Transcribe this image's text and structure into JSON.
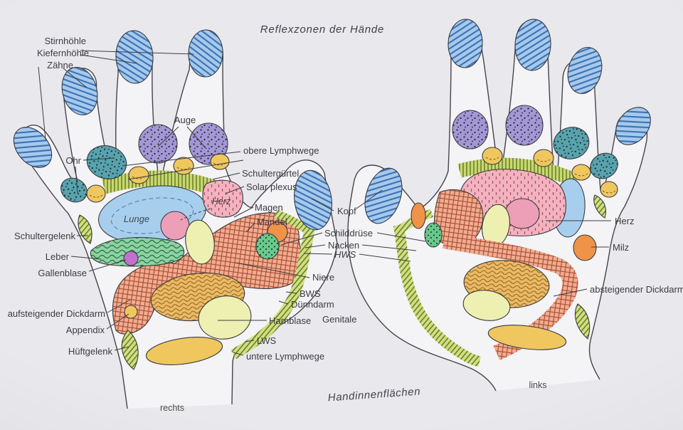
{
  "title": "Reflexzonen der Hände",
  "caption": "Handinnenflächen",
  "hand_captions": {
    "left_hand": "rechts",
    "right_hand": "links"
  },
  "zone_labels": {
    "stirnhoehle": "Stirnhöhle",
    "kiefernhoehle": "Kiefernhöhle",
    "zaehne": "Zähne",
    "auge": "Auge",
    "ohr": "Ohr",
    "schultergelenk": "Schultergelenk",
    "leber": "Leber",
    "gallenblase": "Gallenblase",
    "aufsteigender_dickdarm": "aufsteigender Dickdarm",
    "appendix": "Appendix",
    "hueftgelenk": "Hüftgelenk",
    "obere_lymphwege": "obere Lymphwege",
    "schulterguertel": "Schultergürtel",
    "solar_plexus": "Solar plexus",
    "herz": "Herz",
    "magen": "Magen",
    "mandel": "Mandel",
    "lunge": "Lunge",
    "kopf": "Kopf",
    "schilddruese": "Schilddrüse",
    "nacken": "Nacken",
    "hws": "HWS",
    "niere": "Niere",
    "bws": "BWS",
    "duenndarm": "Dünndarm",
    "harnblase": "Harnblase",
    "genitale": "Genitale",
    "lws": "LWS",
    "untere_lymphwege": "untere Lymphwege",
    "herz_links": "Herz",
    "milz": "Milz",
    "absteigender_dickdarm": "absteigender Dickdarm"
  },
  "palette": {
    "background": "#e4e4e8",
    "ink": "#3b3b40",
    "fingertip_blue": "#a6c9ec",
    "fingertip_blue_line": "#3c72b2",
    "lung_blue": "#a7cfed",
    "eye_purple": "#a497d6",
    "ear_teal": "#57a3ae",
    "lymph_yellow": "#f0c75f",
    "pale_yellow": "#eef0b2",
    "shoulder_band_green": "#c8d96e",
    "joint_hatch_green": "#d0e07e",
    "colon_crosshatch": "#f0ad8f",
    "colon_line": "#a84a34",
    "liver_green": "#8ed2a4",
    "heart_pink": "#f2b3c0",
    "pink_circle": "#ec9fb7",
    "organ_orange": "#ef9348",
    "gallbladder_magenta": "#c272cc",
    "thyroid_green": "#67c98c",
    "intestine_gold": "#eaba66"
  }
}
